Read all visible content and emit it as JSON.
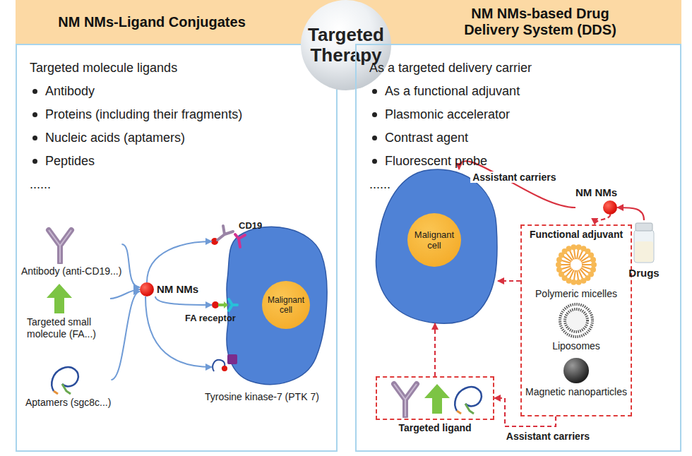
{
  "diagram": {
    "nodes": [
      {
        "text": [
          "NM NMs-Ligand Conjugates",
          "Targeted molecule ligands",
          "Antibody",
          "Proteins (including their fragments)",
          "Nucleic acids (aptamers)",
          "Peptides",
          "......"
        ]
      },
      {
        "text": [
          "Antibody (anti-CD19...)"
        ],
        "in": 0
      },
      {
        "text": [
          "Targeted small molecule (FA...)"
        ],
        "in": 0
      },
      {
        "text": [
          "Aptamers (sgc8c...)"
        ],
        "in": 0
      },
      {
        "text": [
          "NM NMs"
        ],
        "in": 0
      },
      {
        "text": [
          "Malignant cell"
        ],
        "in": 0
      },
      {
        "text": [
          "Targeted Therapy"
        ]
      },
      {
        "text": [
          "NM NMs-based Drug Delivery System (DDS)",
          "As a targeted delivery carrier",
          "As a functional adjuvant",
          "Plasmonic accelerator",
          "Contrast agent",
          "Fluorescent probe",
          "......"
        ]
      },
      {
        "text": [
          "NM NMs"
        ],
        "in": 7
      },
      {
        "text": [
          "Malignant cell"
        ],
        "in": 7
      },
      {
        "text": [
          "Functional adjuvant"
        ],
        "in": 7
      },
      {
        "text": [
          "Polymeric micelles"
        ],
        "in": 10
      },
      {
        "text": [
          "Liposomes"
        ],
        "in": 10
      },
      {
        "text": [
          "Magnetic nanoparticles"
        ],
        "in": 10
      },
      {
        "text": [
          "Drugs"
        ],
        "in": 7
      },
      {
        "text": [
          "Targeted ligand"
        ],
        "in": 7
      }
    ],
    "edges": [
      {
        "from": 1,
        "to": 4,
        "arrow": "to"
      },
      {
        "from": 2,
        "to": 4,
        "arrow": "to"
      },
      {
        "from": 3,
        "to": 4,
        "arrow": "to"
      },
      {
        "from": 4,
        "to": 5,
        "arrow": "to"
      },
      {
        "from": 4,
        "to": 5,
        "arrow": "to"
      },
      {
        "from": 4,
        "to": 5,
        "arrow": "to"
      },
      {
        "from": 14,
        "to": 8,
        "arrow": "to"
      },
      {
        "from": 8,
        "to": 9,
        "label": "Assistant carriers",
        "arrow": "to"
      },
      {
        "from": 8,
        "to": 10,
        "arrow": "to"
      },
      {
        "from": 10,
        "to": 9,
        "arrow": "to"
      },
      {
        "from": 15,
        "to": 9,
        "arrow": "to"
      },
      {
        "from": 10,
        "to": 15,
        "label": "Assistant carriers",
        "arrow": "to"
      }
    ],
    "labels": [
      "CD19",
      "FA receptor",
      "Tyrosine kinase-7 (PTK 7)"
    ]
  }
}
